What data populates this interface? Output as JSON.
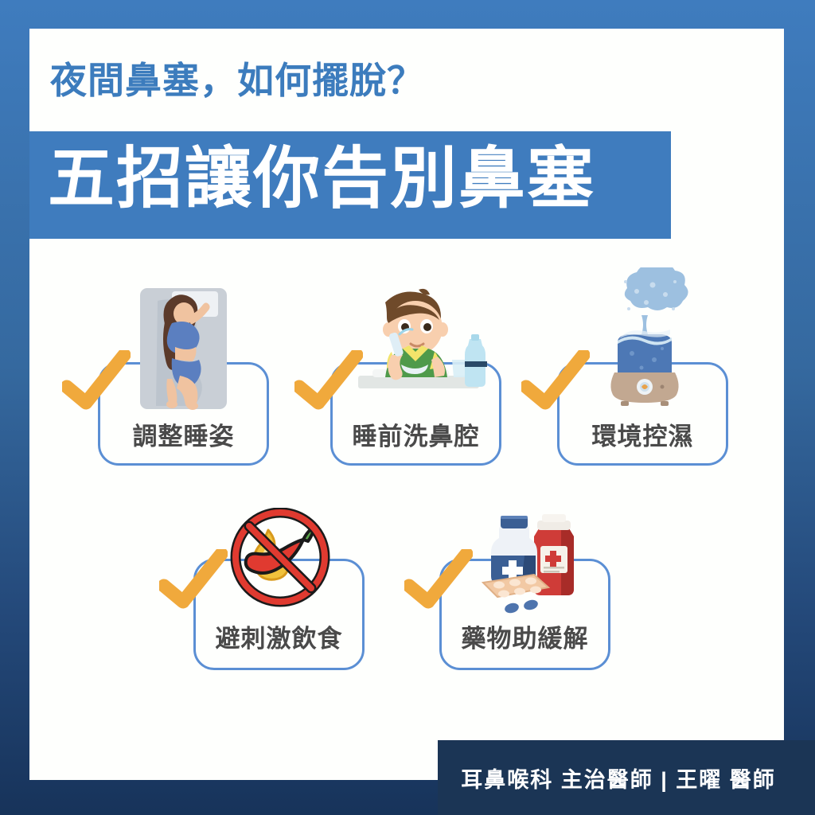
{
  "theme": {
    "bg_top": "#3f7cbe",
    "bg_bottom": "#17335a",
    "panel": "#fefffd",
    "banner": "#3f7cbe",
    "title_blue": "#3c7cbd",
    "card_border": "#5b8fd4",
    "card_label": "#4a4a4a",
    "tick_orange": "#f0a93c",
    "footer_bg": "#1b3555"
  },
  "header": {
    "subtitle": "夜間鼻塞，如何擺脫？",
    "title": "五招讓你告別鼻塞"
  },
  "cards": [
    {
      "label": "調整睡姿",
      "icon": "sleeping-posture-icon"
    },
    {
      "label": "睡前洗鼻腔",
      "icon": "nasal-irrigation-icon"
    },
    {
      "label": "環境控濕",
      "icon": "humidifier-icon"
    },
    {
      "label": "避刺激飲食",
      "icon": "no-spicy-food-icon"
    },
    {
      "label": "藥物助緩解",
      "icon": "medication-icon"
    }
  ],
  "footer": {
    "credit": "耳鼻喉科 主治醫師 | 王曜 醫師"
  }
}
